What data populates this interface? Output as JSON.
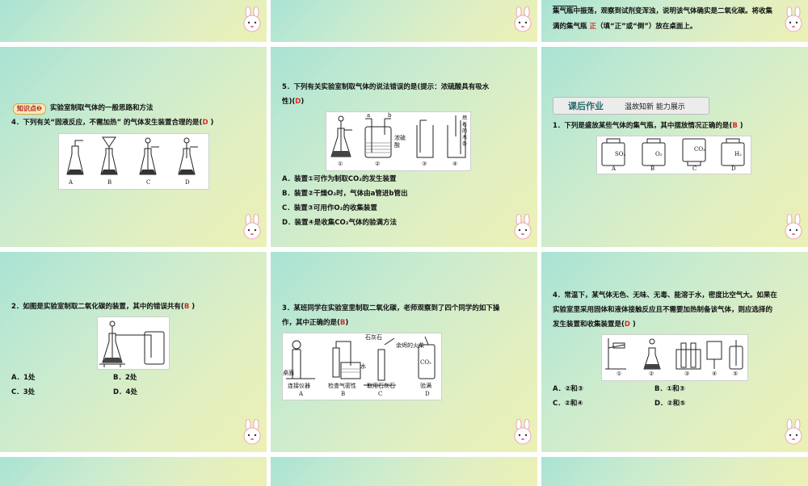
{
  "slides": {
    "s1": {},
    "s2": {},
    "s3": {
      "line1": "集气瓶中振荡，观察到试剂变浑浊，说明该气体确实是二氧化碳。将收集",
      "line2_a": "满的集气瓶",
      "line2_ans": "正",
      "line2_b": "（填“正”或“倒”）放在桌面上。"
    },
    "s4": {
      "tag": "知识点❷",
      "heading": "实验室制取气体的一般思路和方法",
      "q": "4．下列有关“固液反应，不需加热” 的气体发生装置合理的是(",
      "ans": "D",
      "close": ")",
      "labels": [
        "A",
        "B",
        "C",
        "D"
      ]
    },
    "s5": {
      "q1": "5．下列有关实验室制取气体的说法错误的是(提示：浓硫酸具有吸水",
      "q2a": "性)(",
      "ans": "D",
      "q2b": ")",
      "fig_a": "a",
      "fig_b": "b",
      "fig_acid": "浓硫酸",
      "fig_stick": "燃着的木条",
      "nums": [
        "①",
        "②",
        "③",
        "④"
      ],
      "opts": [
        "A．装置①可作为制取CO₂的发生装置",
        "B．装置②干燥O₂时，气体由a管进b管出",
        "C．装置③可用作O₂的收集装置",
        "D．装置④是收集CO₂气体的验满方法"
      ]
    },
    "s6": {
      "banner_title": "课后作业",
      "banner_sub": "温故知新  能力展示",
      "q": "1．下列是盛放某些气体的集气瓶，其中摆放情况正确的是(",
      "ans": "B",
      "close": ")",
      "gases": [
        "SO₂",
        "O₂",
        "CO₂",
        "H₂"
      ],
      "labels": [
        "A",
        "B",
        "C",
        "D"
      ]
    },
    "s7": {
      "q": "2．如图是实验室制取二氧化碳的装置，其中的错误共有(",
      "ans": "B",
      "close": ")",
      "opts": [
        "A．1处",
        "B．2处",
        "C．3处",
        "D．4处"
      ]
    },
    "s8": {
      "q1": "3．某班同学在实验室里制取二氧化碳，老师观察到了四个同学的如下操",
      "q2a": "作，其中正确的是(",
      "ans": "B",
      "q2b": ")",
      "fig_stone": "石灰石",
      "fig_fire": "余烬的火柴",
      "fig_desk": "桌面",
      "fig_water": "水",
      "fig_co2": "CO₂",
      "captions": [
        "连接仪器",
        "检查气密性",
        "取用石灰石",
        "验满"
      ],
      "labels": [
        "A",
        "B",
        "C",
        "D"
      ]
    },
    "s9": {
      "q1": "4．常温下，某气体无色、无味、无毒、能溶于水，密度比空气大。如果在",
      "q2": "实验室里采用固体和液体接触反应且不需要加热制备该气体，则应选择的",
      "q3a": "发生装置和收集装置是(",
      "ans": "D",
      "q3b": ")",
      "nums": [
        "①",
        "②",
        "③",
        "④",
        "⑤"
      ],
      "opts": [
        "A．②和③",
        "B．①和③",
        "C．②和④",
        "D．②和⑤"
      ]
    }
  }
}
